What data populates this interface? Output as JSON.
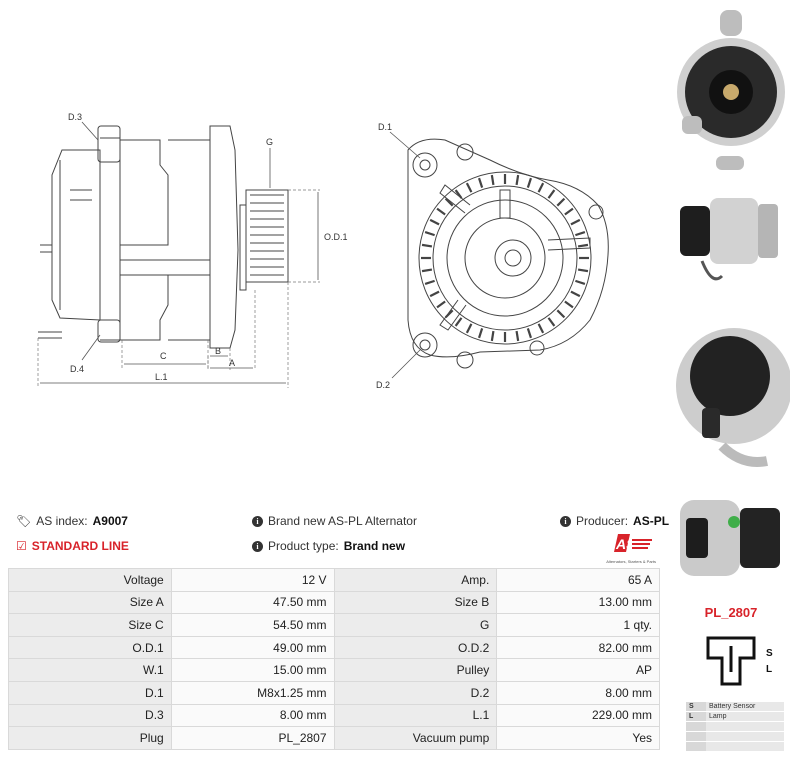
{
  "drawing_labels": {
    "d3": "D.3",
    "d4": "D.4",
    "g": "G",
    "od1": "O.D.1",
    "c": "C",
    "b": "B",
    "a": "A",
    "l1": "L.1",
    "d1": "D.1",
    "d2": "D.2"
  },
  "info": {
    "index_label": "AS index:",
    "index_value": "A9007",
    "line": "STANDARD LINE",
    "description": "Brand new AS-PL Alternator",
    "product_type_label": "Product type:",
    "product_type_value": "Brand new",
    "producer_label": "Producer:",
    "producer_value": "AS-PL",
    "logo_tagline": "Alternators, Starters & Parts"
  },
  "specs": [
    [
      "Voltage",
      "12 V",
      "Amp.",
      "65 A"
    ],
    [
      "Size A",
      "47.50 mm",
      "Size B",
      "13.00 mm"
    ],
    [
      "Size C",
      "54.50 mm",
      "G",
      "1 qty."
    ],
    [
      "O.D.1",
      "49.00 mm",
      "O.D.2",
      "82.00 mm"
    ],
    [
      "W.1",
      "15.00 mm",
      "Pulley",
      "AP"
    ],
    [
      "D.1",
      "M8x1.25 mm",
      "D.2",
      "8.00 mm"
    ],
    [
      "D.3",
      "8.00 mm",
      "L.1",
      "229.00 mm"
    ],
    [
      "Plug",
      "PL_2807",
      "Vacuum pump",
      "Yes"
    ]
  ],
  "plug": {
    "code": "PL_2807",
    "pin_s": "S",
    "pin_l": "L",
    "legend": [
      {
        "key": "S",
        "desc": "Battery Sensor"
      },
      {
        "key": "L",
        "desc": "Lamp"
      },
      {
        "key": "",
        "desc": ""
      },
      {
        "key": "",
        "desc": ""
      },
      {
        "key": "",
        "desc": ""
      }
    ]
  },
  "colors": {
    "accent_red": "#d8232a",
    "line": "#555555"
  }
}
